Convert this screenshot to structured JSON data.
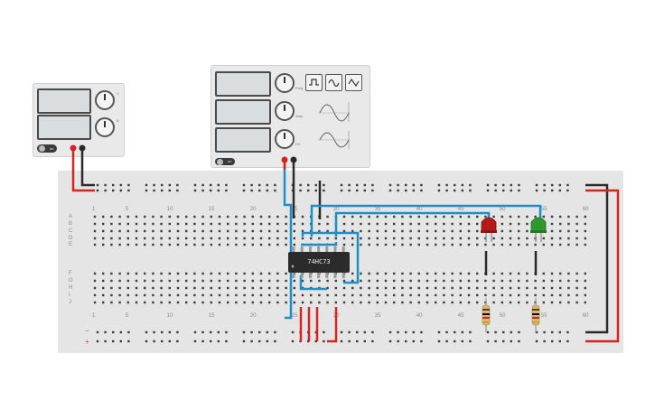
{
  "power_supply": {
    "toggle_label": "on",
    "knob1_label": "V",
    "knob2_label": "A"
  },
  "function_generator": {
    "toggle_label": "on",
    "knob_labels": [
      "Freq",
      "Amp",
      "DC"
    ],
    "wave_icons": [
      "square-wave-icon",
      "sine-wave-icon",
      "triangle-wave-icon"
    ]
  },
  "breadboard": {
    "column_labels": [
      "1",
      "5",
      "10",
      "15",
      "20",
      "25",
      "30",
      "35",
      "40",
      "45",
      "50",
      "55",
      "60"
    ],
    "row_labels_top": [
      "A",
      "B",
      "C",
      "D",
      "E"
    ],
    "row_labels_bottom": [
      "F",
      "G",
      "H",
      "I",
      "J"
    ],
    "rail_plus": "+",
    "rail_minus": "−"
  },
  "chip": {
    "part": "74HC73"
  },
  "colors": {
    "wire_red": "#d42424",
    "wire_black": "#2a2a2a",
    "wire_blue": "#1e8fc6",
    "led_red": "#b31b1b",
    "led_green": "#2e9a2e"
  }
}
